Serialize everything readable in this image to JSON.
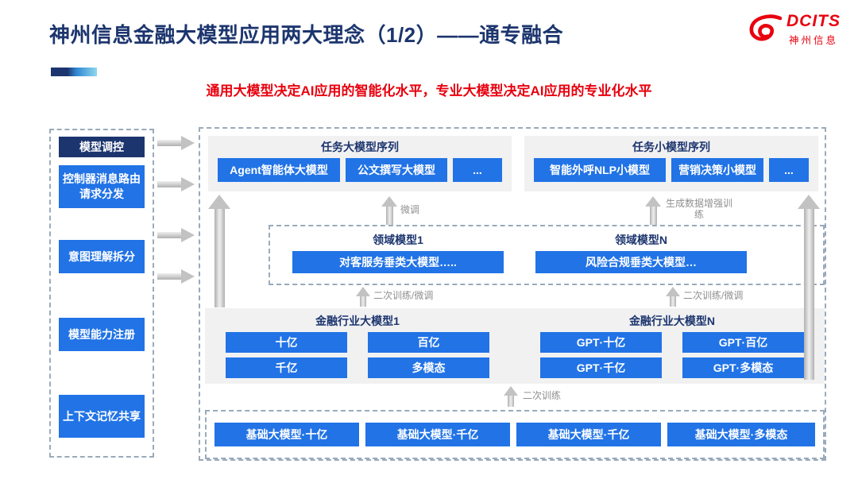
{
  "slide": {
    "title": "神州信息金融大模型应用两大理念（1/2）——通专融合",
    "subtitle": "通用大模型决定AI应用的智能化水平，专业大模型决定AI应用的专业化水平"
  },
  "logo": {
    "name": "DCITS",
    "company": "神州信息"
  },
  "sidebar": {
    "title": "模型调控",
    "items": [
      {
        "label": "控制器消息路由请求分发"
      },
      {
        "label": "意图理解拆分"
      },
      {
        "label": "模型能力注册"
      },
      {
        "label": "上下文记忆共享"
      }
    ]
  },
  "diagram": {
    "task_large": {
      "title": "任务大模型序列",
      "items": [
        "Agent智能体大模型",
        "公文撰写大模型",
        "..."
      ]
    },
    "task_small": {
      "title": "任务小模型序列",
      "items": [
        "智能外呼NLP小模型",
        "营销决策小模型",
        "..."
      ]
    },
    "arrow_labels": {
      "finetune": "微调",
      "data_augment": "生成数据增强训练",
      "retrain_finetune_left": "二次训练/微调",
      "retrain_finetune_right": "二次训练/微调",
      "retrain": "二次训练"
    },
    "domain_models": [
      {
        "title": "领域模型1",
        "model": "对客服务垂类大模型….."
      },
      {
        "title": "领域模型N",
        "model": "风险合规垂类大模型…"
      }
    ],
    "industry_models": [
      {
        "title": "金融行业大模型1",
        "items": [
          "十亿",
          "百亿",
          "千亿",
          "多模态"
        ]
      },
      {
        "title": "金融行业大模型N",
        "items": [
          "GPT·十亿",
          "GPT·百亿",
          "GPT·千亿",
          "GPT·多模态"
        ]
      }
    ],
    "base_models": [
      "基础大模型·十亿",
      "基础大模型·千亿",
      "基础大模型·千亿",
      "基础大模型·多模态"
    ]
  },
  "colors": {
    "accent_blue": "#2173e6",
    "navy": "#1c356e",
    "brand_red": "#e8000e"
  }
}
